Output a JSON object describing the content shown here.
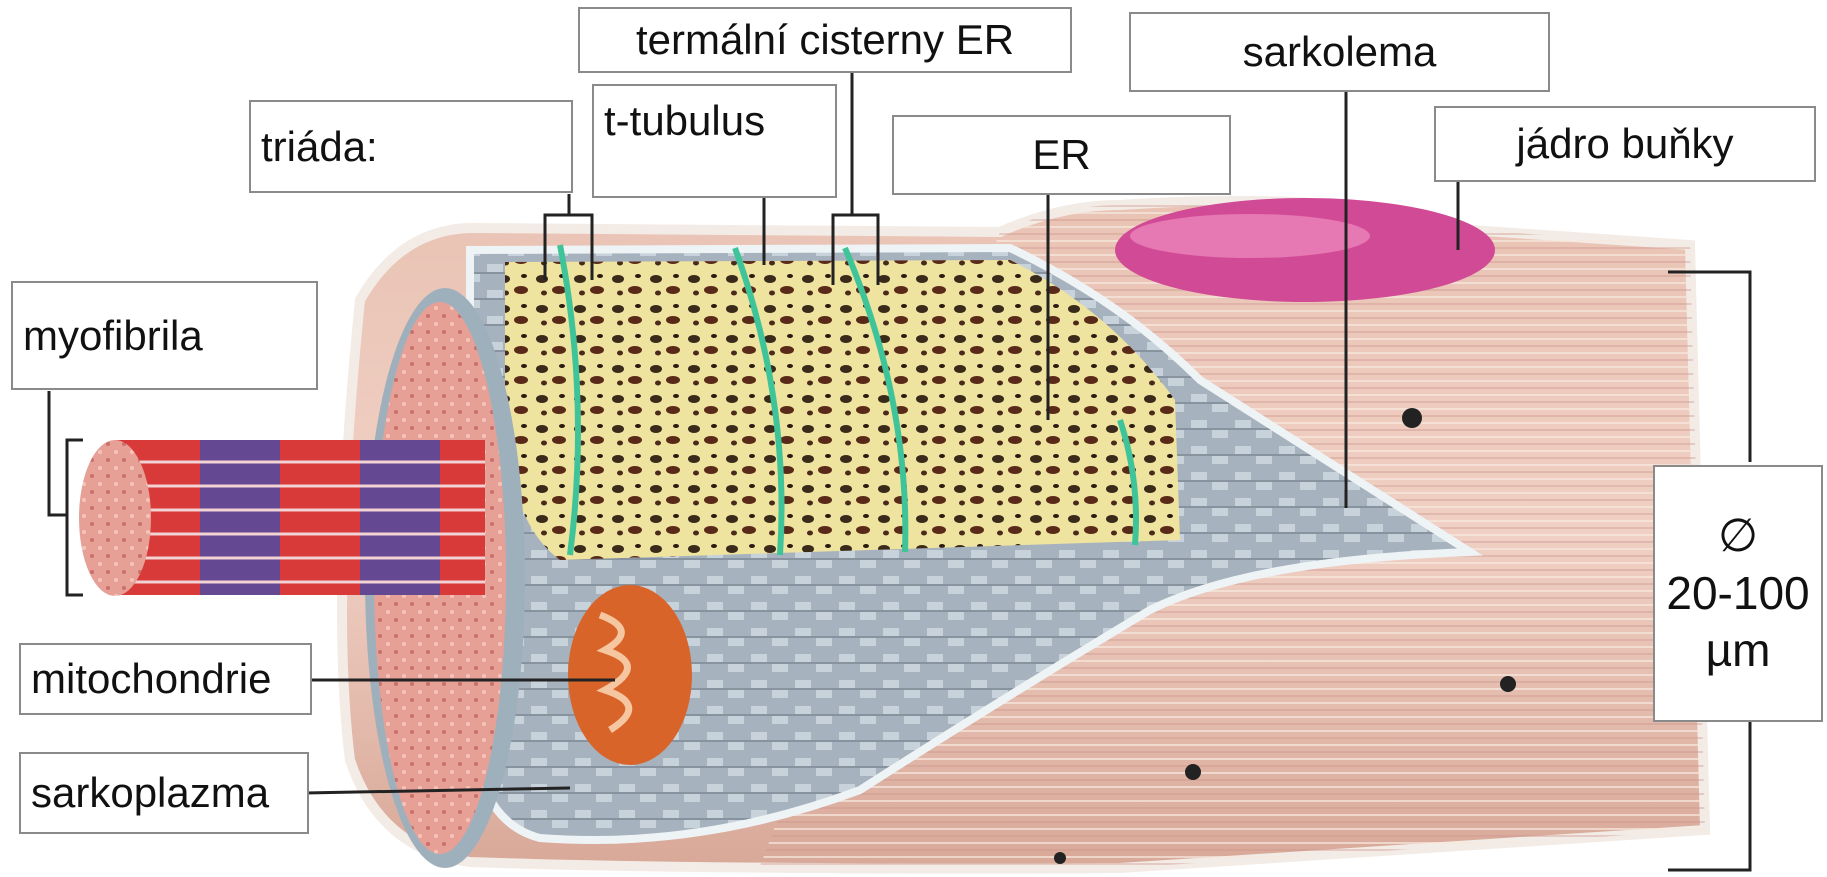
{
  "labels": {
    "termalni_cisterny": "termální cisterny ER",
    "sarkolema": "sarkolema",
    "triada": "triáda:",
    "t_tubulus": "t-tubulus",
    "er": "ER",
    "jadro": "jádro buňky",
    "myofibrila": "myofibrila",
    "mitochondrie": "mitochondrie",
    "sarkoplazma": "sarkoplazma"
  },
  "diameter": {
    "symbol": "∅",
    "range": "20-100",
    "unit": "µm"
  },
  "colors": {
    "outline": "#8a8a8a",
    "leader_line": "#222222",
    "muscle_pink": "#e8b7a8",
    "reticulum_yellow": "#efe3a0",
    "t_tubule_green": "#3fc49a",
    "mitochondrion_orange": "#d9642a",
    "nucleus_magenta": "#d14a95",
    "myofibril_red": "#d83a3a",
    "myofibril_blue": "#3d4fb0",
    "sarcoplasm_grey": "#9aa8b4"
  }
}
